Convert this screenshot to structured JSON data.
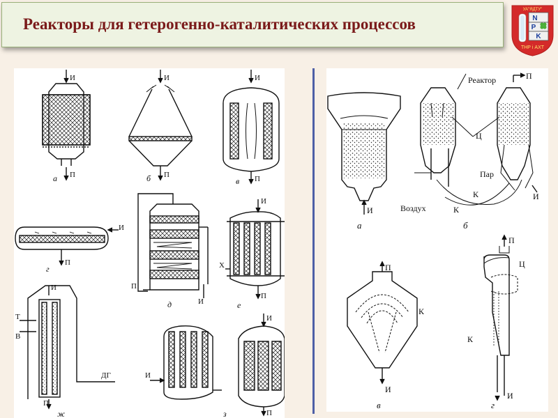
{
  "title": "Реакторы для гетерогенно-каталитических процессов",
  "logo": {
    "top_text": "УА\"ЯДТУ\"",
    "letters": [
      "N",
      "P",
      "K"
    ],
    "bottom_text": "ТНР і АХТ"
  },
  "left_panel": {
    "labels": {
      "a": "а",
      "b": "б",
      "v": "в",
      "g": "г",
      "d": "д",
      "e": "е",
      "zh": "ж",
      "z": "з",
      "I": "И",
      "P": "П",
      "X": "Х",
      "T": "Т",
      "V": "В",
      "DG": "ДГ"
    }
  },
  "right_panel": {
    "labels": {
      "a": "а",
      "b": "б",
      "v": "в",
      "g": "г",
      "I": "И",
      "P": "П",
      "K": "К",
      "C": "Ц",
      "reactor": "Реактор",
      "steam": "Пар",
      "air": "Воздух"
    }
  }
}
